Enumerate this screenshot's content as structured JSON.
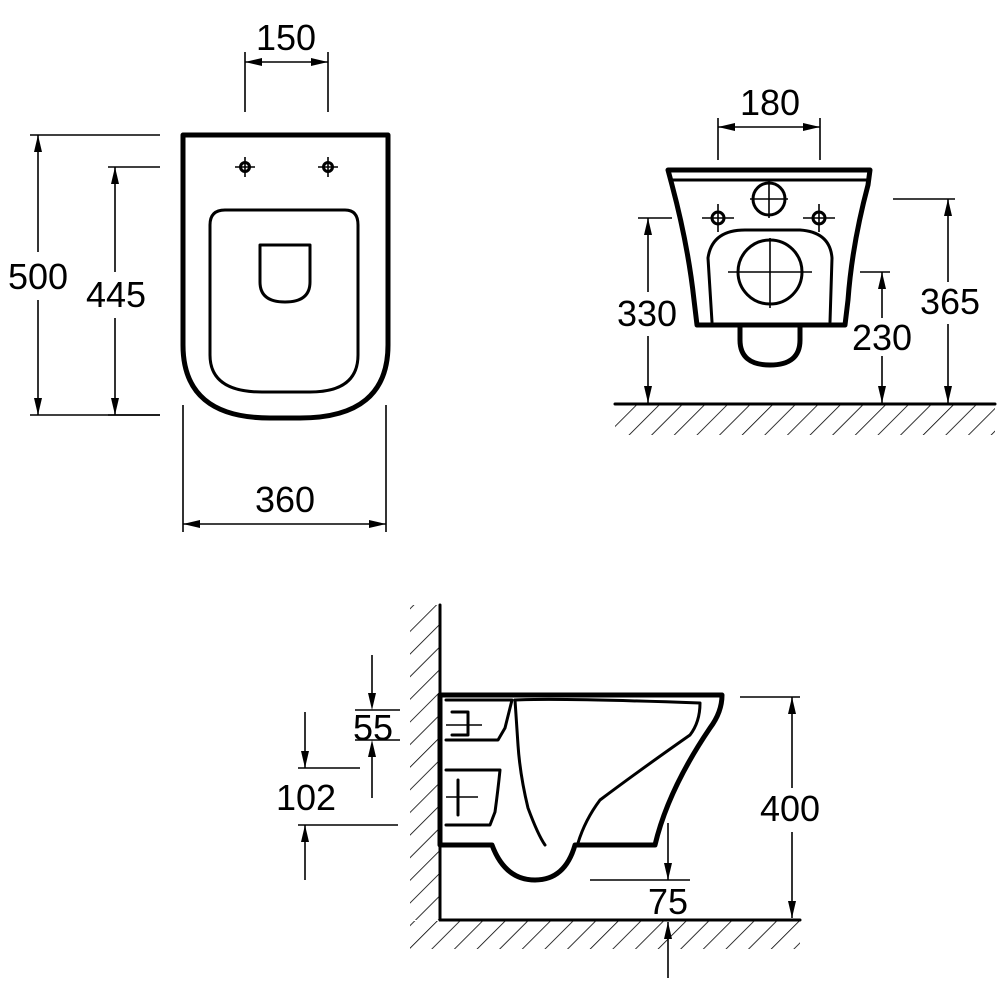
{
  "top_view": {
    "dim_fixing_spacing": "150",
    "dim_length_total": "500",
    "dim_seat_length": "445",
    "dim_width": "360"
  },
  "front_view": {
    "dim_fixing_spacing": "180",
    "dim_fixing_height": "330",
    "dim_outlet_height": "230",
    "dim_top_height": "365"
  },
  "side_view": {
    "dim_inlet_offset": "55",
    "dim_outlet_offset": "102",
    "dim_rim_height": "400",
    "dim_spigot_height": "75"
  }
}
